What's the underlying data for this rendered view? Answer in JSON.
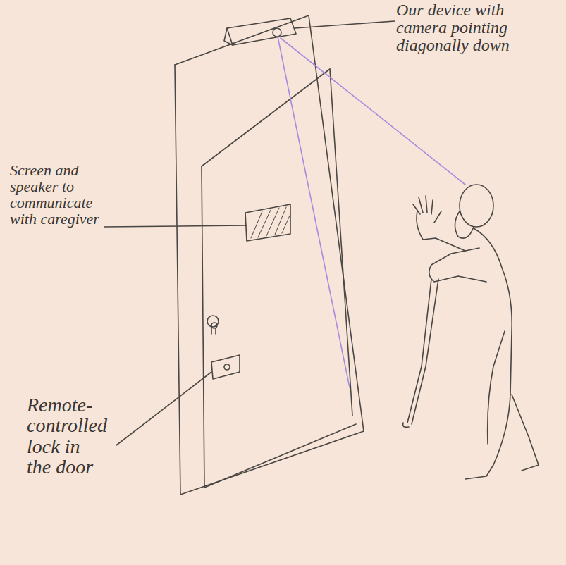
{
  "diagram": {
    "labels": [
      "Our device with camera pointing diagonally down",
      "Screen and speaker to communicate with caregiver",
      "Remote-controlled lock in the door"
    ]
  }
}
